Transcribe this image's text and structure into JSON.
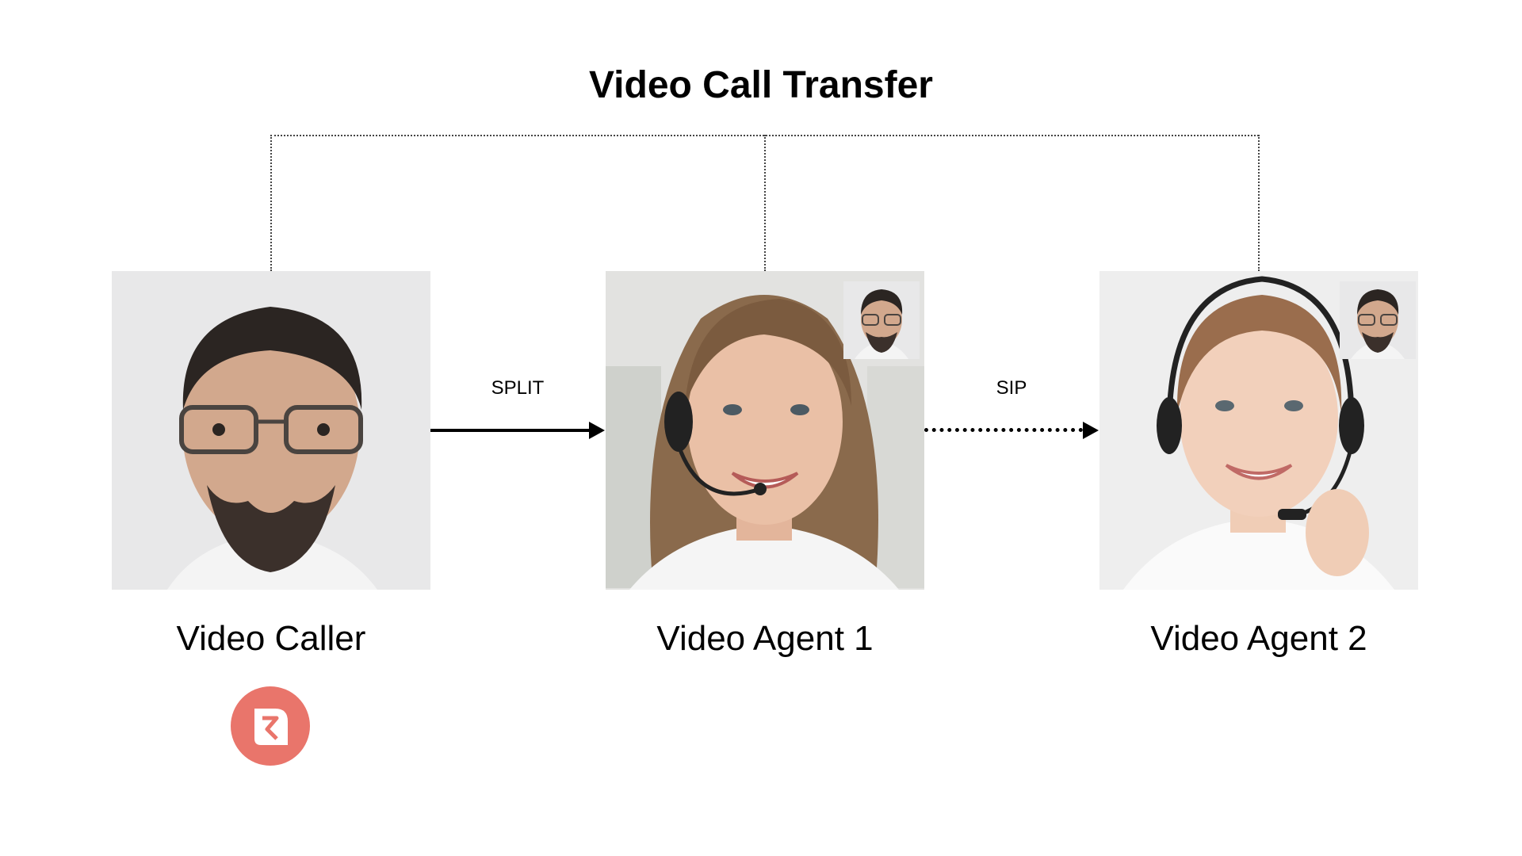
{
  "title": "Video Call Transfer",
  "participants": {
    "caller": {
      "label": "Video Caller"
    },
    "agent1": {
      "label": "Video Agent 1"
    },
    "agent2": {
      "label": "Video Agent 2"
    }
  },
  "connections": {
    "split": {
      "label": "SPLIT",
      "style": "solid"
    },
    "sip": {
      "label": "SIP",
      "style": "dotted"
    }
  },
  "icons": {
    "logo": "brand-logo-icon"
  },
  "colors": {
    "logo": "#e9756b",
    "tile_background": "#e9e9ea",
    "lines": "#000000"
  }
}
